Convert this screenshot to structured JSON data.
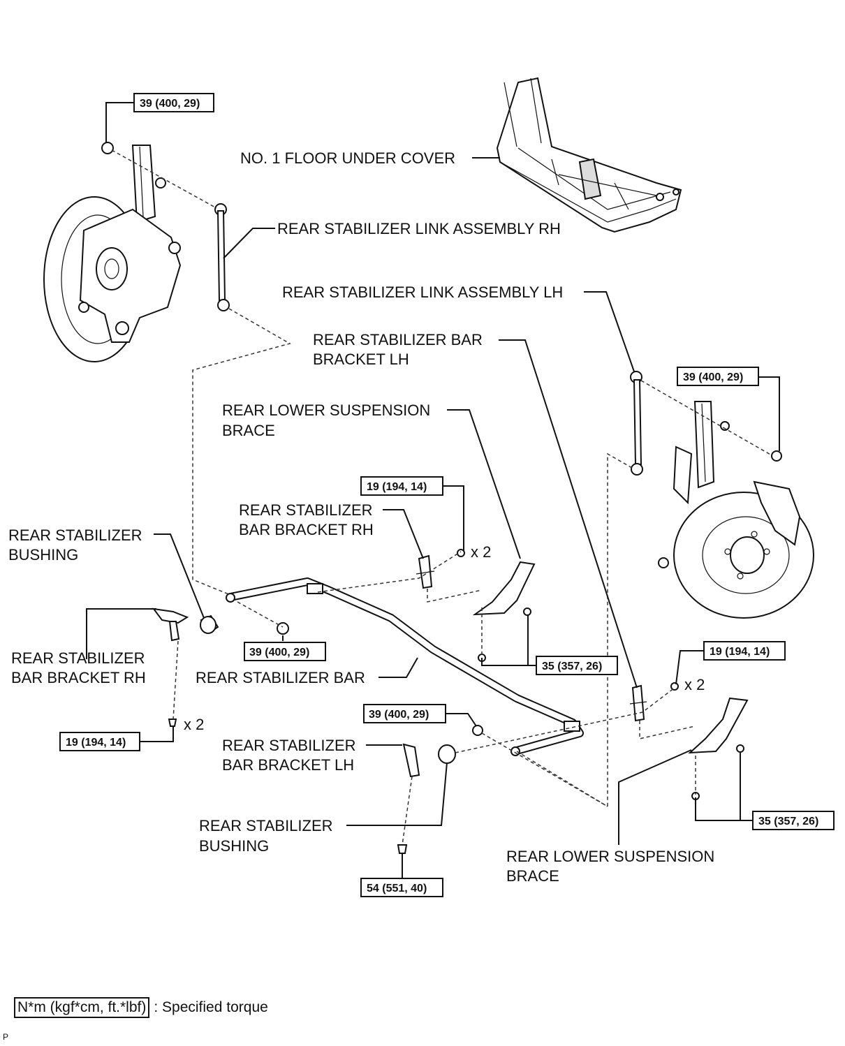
{
  "labels": {
    "floor_cover": "NO. 1 FLOOR UNDER COVER",
    "link_rh": "REAR STABILIZER LINK ASSEMBLY RH",
    "link_lh": "REAR STABILIZER LINK ASSEMBLY LH",
    "bracket_lh_top_1": "REAR STABILIZER BAR",
    "bracket_lh_top_2": "BRACKET LH",
    "brace_upper_1": "REAR LOWER SUSPENSION",
    "brace_upper_2": "BRACE",
    "bracket_rh_mid_1": "REAR STABILIZER",
    "bracket_rh_mid_2": "BAR BRACKET RH",
    "bushing_left_1": "REAR STABILIZER",
    "bushing_left_2": "BUSHING",
    "bracket_rh_left_1": "REAR STABILIZER",
    "bracket_rh_left_2": "BAR BRACKET RH",
    "stab_bar": "REAR STABILIZER BAR",
    "bracket_lh_low_1": "REAR STABILIZER",
    "bracket_lh_low_2": "BAR BRACKET LH",
    "bushing_low_1": "REAR STABILIZER",
    "bushing_low_2": "BUSHING",
    "brace_lower_1": "REAR LOWER SUSPENSION",
    "brace_lower_2": "BRACE"
  },
  "torque": {
    "t1": "39 (400, 29)",
    "t2": "39 (400, 29)",
    "t3": "19 (194, 14)",
    "t4": "39 (400, 29)",
    "t5": "35 (357, 26)",
    "t6": "19 (194, 14)",
    "t7": "19 (194, 14)",
    "t8": "39 (400, 29)",
    "t9": "35 (357, 26)",
    "t10": "54 (551, 40)"
  },
  "multipliers": {
    "m1": "x 2",
    "m2": "x 2",
    "m3": "x 2"
  },
  "legend": {
    "unit": "N*m (kgf*cm, ft.*lbf)",
    "text": ": Specified torque"
  },
  "ref_code": "P"
}
